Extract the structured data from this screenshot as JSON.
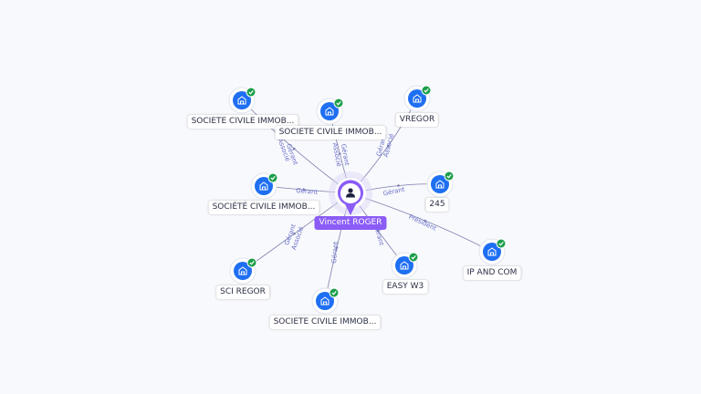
{
  "center": {
    "name": "Vincent ROGER"
  },
  "nodes": [
    {
      "label": "SOCIETE CIVILE IMMOB...",
      "roles": [
        "Gérant",
        "Associé"
      ]
    },
    {
      "label": "SOCIETE CIVILE IMMOB...",
      "roles": [
        "Gérant",
        "Associé"
      ]
    },
    {
      "label": "VREGOR",
      "roles": [
        "Gérant",
        "Associé"
      ]
    },
    {
      "label": "245",
      "roles": [
        "Gérant"
      ]
    },
    {
      "label": "SOCIÉTÉ CIVILE IMMOB...",
      "roles": [
        "Gérant"
      ]
    },
    {
      "label": "SCI REGOR",
      "roles": [
        "Gérant",
        "Associé"
      ]
    },
    {
      "label": "SOCIETE CIVILE IMMOB...",
      "roles": [
        "Gérant"
      ]
    },
    {
      "label": "EASY W3",
      "roles": [
        "Gérant"
      ]
    },
    {
      "label": "IP AND COM",
      "roles": [
        "Président"
      ]
    }
  ],
  "colors": {
    "accent": "#8b5cf6",
    "node": "#1f6ff2",
    "check": "#1c9e4a",
    "edge": "#7d7fb0",
    "edge_text": "#6a6fc9"
  },
  "icons": {
    "center": "person-icon",
    "node": "building-icon",
    "badge": "check-icon"
  }
}
